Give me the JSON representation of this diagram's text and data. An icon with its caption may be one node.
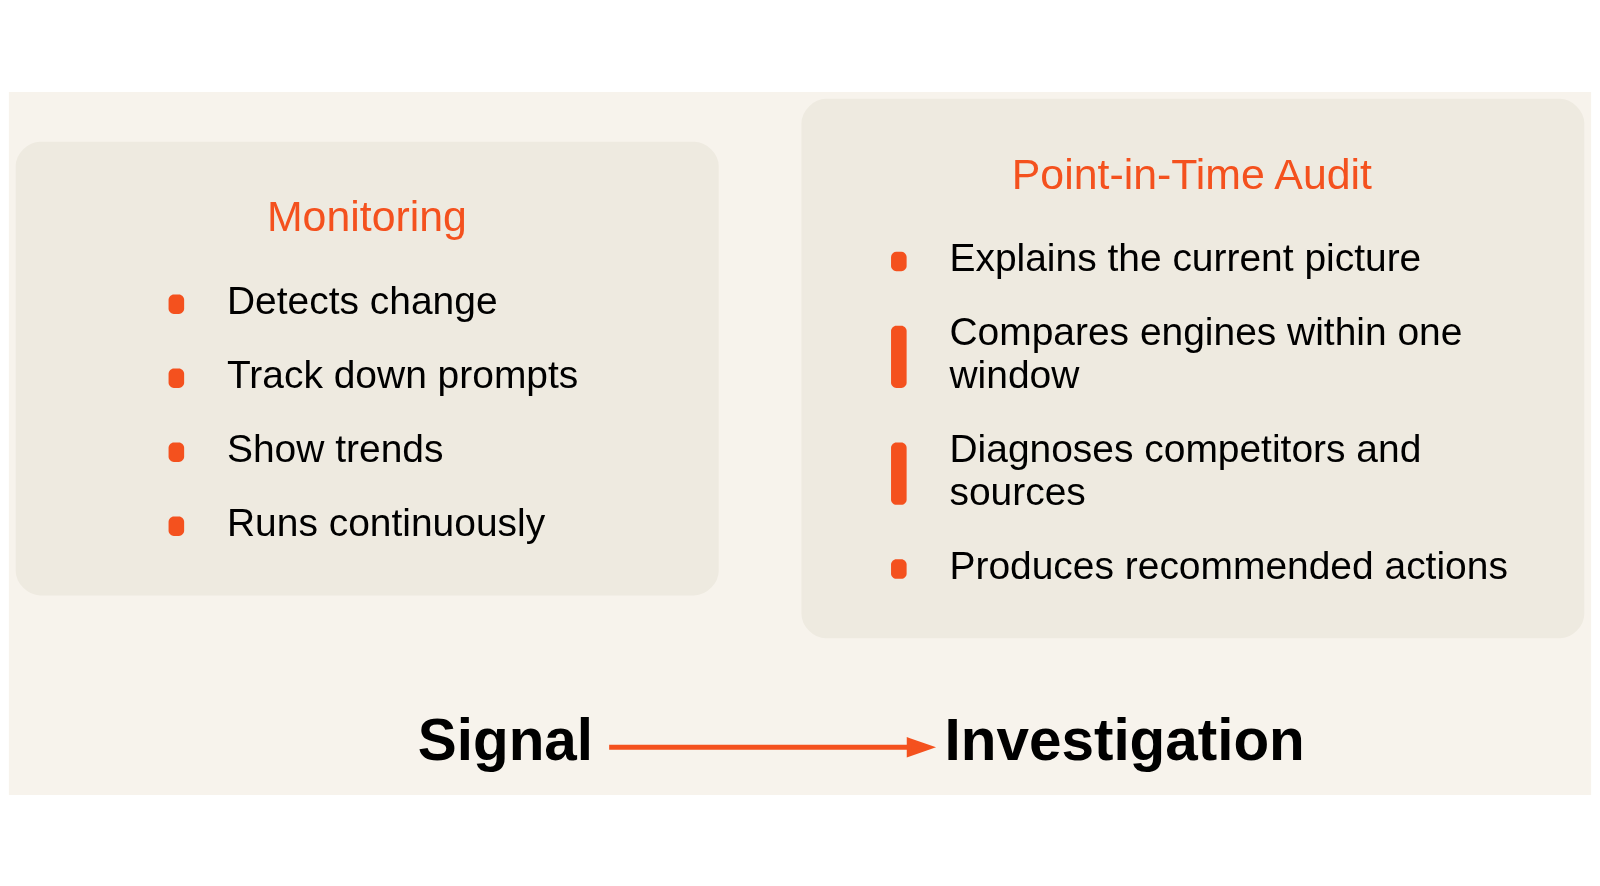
{
  "diagram": {
    "nodes": [
      {
        "text": [
          "Monitoring",
          "Detects change",
          "Track down prompts",
          "Show trends",
          "Runs continuously"
        ]
      },
      {
        "text": [
          "Point-in-Time Audit",
          "Explains the current picture",
          "Compares engines within one window",
          "Diagnoses competitors and sources",
          "Produces recommended actions"
        ]
      },
      {
        "text": [
          "Signal"
        ]
      },
      {
        "text": [
          "Investigation"
        ]
      }
    ],
    "edges": [
      {
        "from": 2,
        "to": 3,
        "arrow": "to"
      }
    ]
  }
}
